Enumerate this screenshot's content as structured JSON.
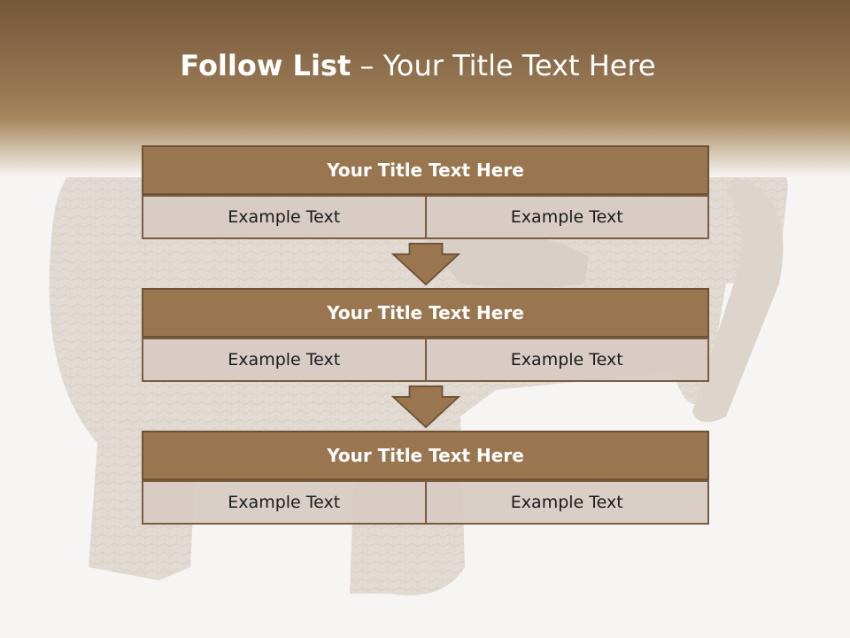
{
  "slide": {
    "title_bold": "Follow List",
    "title_rest": " – Your Title Text Here"
  },
  "steps": [
    {
      "title": "Your Title Text Here",
      "left": "Example Text",
      "right": "Example Text"
    },
    {
      "title": "Your Title Text Here",
      "left": "Example Text",
      "right": "Example Text"
    },
    {
      "title": "Your Title Text Here",
      "left": "Example Text",
      "right": "Example Text"
    }
  ],
  "colors": {
    "header": "#74573a",
    "block_title": "#9a7650",
    "cell": "#d7cbc3",
    "arrow": "#9a7650"
  }
}
